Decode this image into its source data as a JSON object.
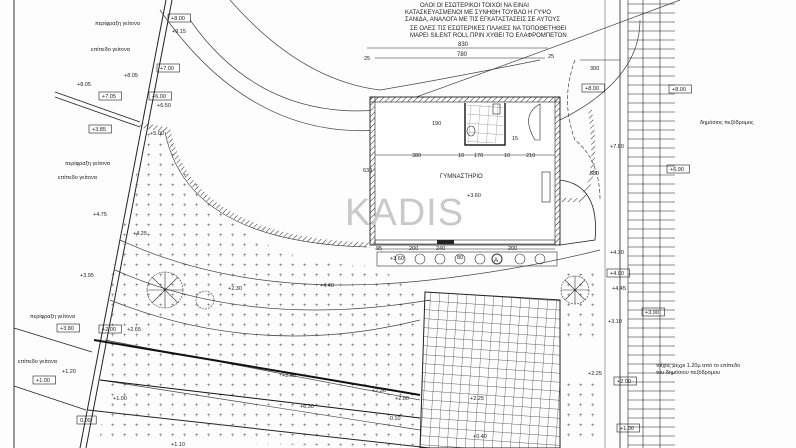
{
  "notes": {
    "line1": "ΟΛΟΙ ΟΙ ΕΣΩΤΕΡΙΚΟΙ ΤΟΙΧΟΙ ΝΑ ΕΙΝΑΙ",
    "line2": "ΚΑΤΑΣΚΕΥΑΣΜΕΝΟΙ ΜΕ ΣΥΝΗΘΗ ΤΟΥΒΛΟ Η ΓΥΨΟ",
    "line3": "ΣΑΝΙΔΑ, ΑΝΑΛΟΓΑ ΜΕ ΤΙΣ ΕΓΚΑΤΑΣΤΑΣΕΙΣ ΣΕ ΑΥΤΟΥΣ",
    "line4": "ΣΕ ΟΛΕΣ ΤΙΣ ΕΣΩΤΕΡΙΚΕΣ ΠΛΑΚΕΣ ΝΑ ΤΟΠΟΘΕΤΗΘΕΙ",
    "line5": "MAPEI SILENT ROLL ΠΡΙΝ ΧΥΘΕΙ ΤΟ ΕΛΑΦΡΟΜΠΕΤΟΝ"
  },
  "room": {
    "name": "ΓΥΜΝΑΣΤΗΡΙΟ",
    "level": "+3.60",
    "marker": "A"
  },
  "dims": {
    "d830": "830",
    "d780": "780",
    "d25a": "25",
    "d25b": "25",
    "d300": "300",
    "d380": "380",
    "d10a": "10",
    "d170": "170",
    "d10b": "10",
    "d210": "210",
    "d190": "190",
    "d630": "630",
    "d580": "580",
    "d15": "15",
    "d95": "95",
    "d200a": "200",
    "d240": "240",
    "d200b": "200",
    "d80": "80"
  },
  "labels": {
    "fence1": "περίφραξη γείτονα",
    "level1": "επίπεδο γείτονα",
    "fence2": "περίφραξη γείτονα",
    "level2": "επίπεδο γείτονα",
    "fence3": "περίφραξη γείτονα",
    "level3": "επίπεδο γείτονα",
    "sidewalk": "δημόσιος πεζόδρομος",
    "wall1": "τοίχος μέχρι 1.20μ από το επίπεδο",
    "wall2": "του δημόσιου πεζόδρομου"
  },
  "elevations": [
    "+8.00",
    "+9.15",
    "+8.05",
    "+8.05",
    "+7.05",
    "+7.00",
    "+6.00",
    "+6.50",
    "+3.85",
    "+5.00",
    "+4.75",
    "+4.25",
    "+3.95",
    "+3.80",
    "+2.00",
    "+2.65",
    "+1.20",
    "+1.00",
    "0.00",
    "+1.10",
    "+8.00",
    "+8.00",
    "+7.80",
    "+6.90",
    "+4.30",
    "+4.00",
    "+4.45",
    "+3.90",
    "+3.10",
    "+2.25",
    "+2.00",
    "+1.00",
    "+3.60",
    "+4.40",
    "+2.30",
    "+0.30",
    "-0.10",
    "+0.40",
    "+2.36",
    "+2.65",
    "+2.25",
    "+2.00",
    "+1.00"
  ],
  "watermark": "KADIS"
}
